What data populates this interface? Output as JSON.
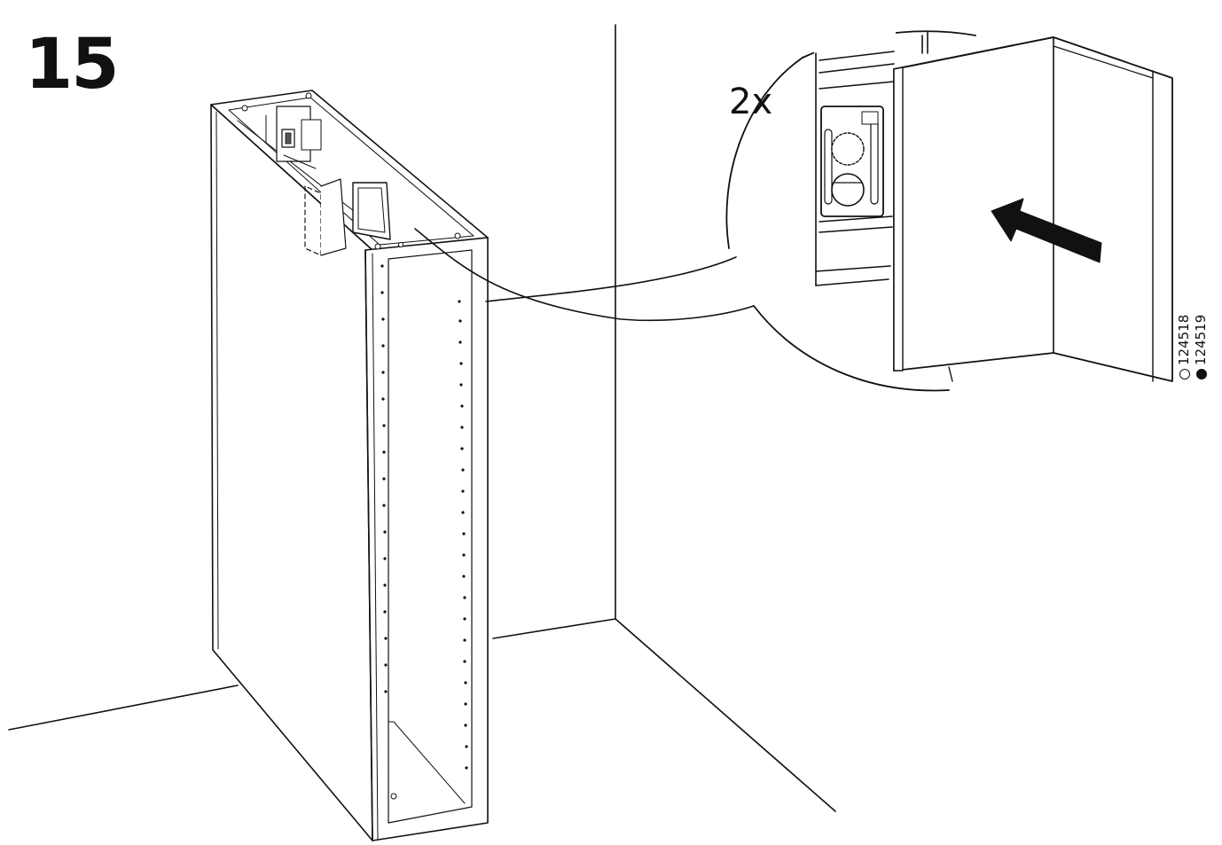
{
  "step": {
    "number": "15"
  },
  "detail": {
    "quantity": "2x"
  },
  "articles": [
    {
      "marker": "open-circle",
      "number": "124518"
    },
    {
      "marker": "filled-circle",
      "number": "124519"
    }
  ],
  "colors": {
    "line": "#111111",
    "background": "#ffffff"
  }
}
